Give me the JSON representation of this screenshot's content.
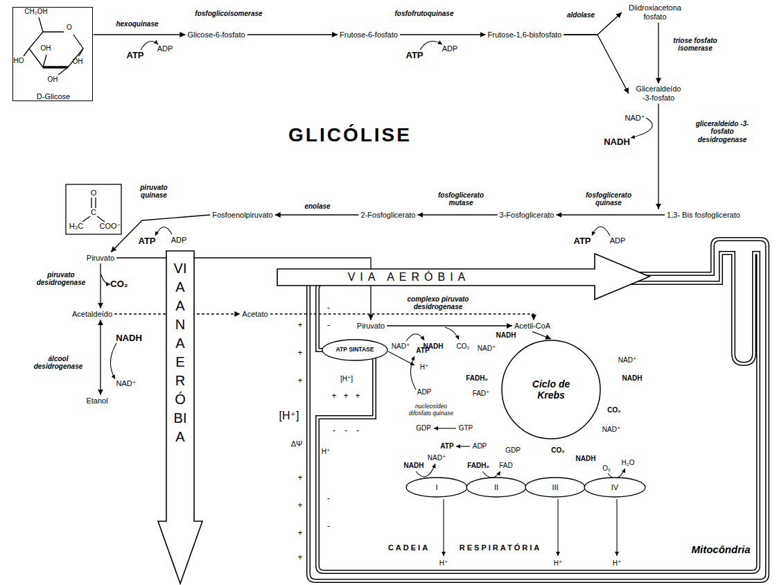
{
  "diagram": {
    "title": "GLICÓLISE",
    "nodes": [
      {
        "text": [
          "D-Glicose"
        ]
      },
      {
        "text": [
          "Glicose-6-fosfato"
        ]
      },
      {
        "text": [
          "Frutose-6-fosfato"
        ]
      },
      {
        "text": [
          "Frutose-1,6-bisfosfato"
        ]
      },
      {
        "text": [
          "Diidroxiacetona fosfato"
        ]
      },
      {
        "text": [
          "Gliceraldeído -3-fosfato"
        ]
      },
      {
        "text": [
          "1,3- Bis fosfoglicerato"
        ]
      },
      {
        "text": [
          "3-Fosfoglicerato"
        ]
      },
      {
        "text": [
          "2-Fosfoglicerato"
        ]
      },
      {
        "text": [
          "Fosfoenolpiruvato"
        ]
      },
      {
        "text": [
          "Piruvato"
        ]
      },
      {
        "text": [
          "Acetaldeído"
        ]
      },
      {
        "text": [
          "Etanol"
        ]
      },
      {
        "text": [
          "Acetato"
        ]
      },
      {
        "text": [
          "VIA AERÓBIA"
        ]
      },
      {
        "text": [
          "VIA ANAERÓBIA"
        ]
      },
      {
        "text": [
          "Mitocôndria"
        ]
      },
      {
        "text": [
          "Piruvato"
        ],
        "in": 16
      },
      {
        "text": [
          "Acetil-CoA"
        ],
        "in": 16
      },
      {
        "text": [
          "Ciclo de Krebs"
        ],
        "in": 16
      },
      {
        "text": [
          "ATP SINTASE"
        ],
        "in": 16
      },
      {
        "text": [
          "I"
        ],
        "in": 16
      },
      {
        "text": [
          "II"
        ],
        "in": 16
      },
      {
        "text": [
          "III"
        ],
        "in": 16
      },
      {
        "text": [
          "IV"
        ],
        "in": 16
      }
    ],
    "edges": [
      {
        "from": 0,
        "to": 1,
        "arrow": "to",
        "label": "hexoquinase"
      },
      {
        "from": 1,
        "to": 2,
        "arrow": "to",
        "label": "fosfoglicoisomerase"
      },
      {
        "from": 2,
        "to": 3,
        "arrow": "to",
        "label": "fosfofrutoquinase"
      },
      {
        "from": 3,
        "to": 4,
        "arrow": "to",
        "label": "aldolase"
      },
      {
        "from": 3,
        "to": 5,
        "arrow": "to"
      },
      {
        "from": 4,
        "to": 5,
        "arrow": "to",
        "label": "triose fosfato isomerase"
      },
      {
        "from": 5,
        "to": 6,
        "arrow": "to",
        "label": "gliceraldeído -3-fosfato desidrogenase"
      },
      {
        "from": 6,
        "to": 7,
        "arrow": "to",
        "label": "fosfoglicerato quinase"
      },
      {
        "from": 7,
        "to": 8,
        "arrow": "to",
        "label": "fosfoglicerato mutase"
      },
      {
        "from": 8,
        "to": 9,
        "arrow": "to",
        "label": "enolase"
      },
      {
        "from": 9,
        "to": 10,
        "arrow": "to",
        "label": "piruvato quinase"
      },
      {
        "from": 10,
        "to": 11,
        "arrow": "to",
        "label": "piruvato desidrogenase"
      },
      {
        "from": 11,
        "to": 12,
        "arrow": "both",
        "label": "álcool desidrogenase"
      },
      {
        "from": 11,
        "to": 13,
        "arrow": "to"
      },
      {
        "from": 10,
        "to": 17,
        "arrow": "to"
      },
      {
        "from": 17,
        "to": 18,
        "arrow": "to",
        "label": "complexo piruvato desidrogenase"
      },
      {
        "from": 13,
        "to": 18,
        "arrow": "to"
      },
      {
        "from": 18,
        "to": 19,
        "arrow": "to"
      }
    ],
    "labels": [
      "CH₂OH",
      "O",
      "OH",
      "HO",
      "OH",
      "OH",
      "O",
      "C",
      "H₃C",
      "COO⁻",
      "ATP",
      "ADP",
      "ATP",
      "ADP",
      "NAD⁺",
      "NADH",
      "ATP",
      "ADP",
      "ATP",
      "ADP",
      "CO₂",
      "NADH",
      "NAD⁺",
      "NAD⁺",
      "NADH",
      "CO₂",
      "NADH",
      "NAD⁺",
      "FADH₂",
      "FAD⁺",
      "NAD⁺",
      "NADH",
      "CO₂",
      "NAD⁺",
      "CO₂",
      "NADH",
      "GDP",
      "GTP",
      "GDP",
      "ATP",
      "ADP",
      "nucleosídeo difosfato quinase",
      "ATP",
      "H⁺",
      "ADP",
      "[H⁺]",
      "[H⁺]",
      "ΔΨ",
      "H⁺",
      "NADH",
      "NAD⁺",
      "FADH₂",
      "FAD",
      "O₂",
      "H₂O",
      "H⁺",
      "H⁺",
      "H⁺",
      "CADEIA",
      "RESPIRATÓRIA",
      "+",
      "+",
      "+",
      "+",
      "+",
      "+",
      "+",
      "+",
      "+",
      "+",
      "-",
      "-",
      "-",
      "-",
      "-",
      "-",
      "-"
    ]
  }
}
